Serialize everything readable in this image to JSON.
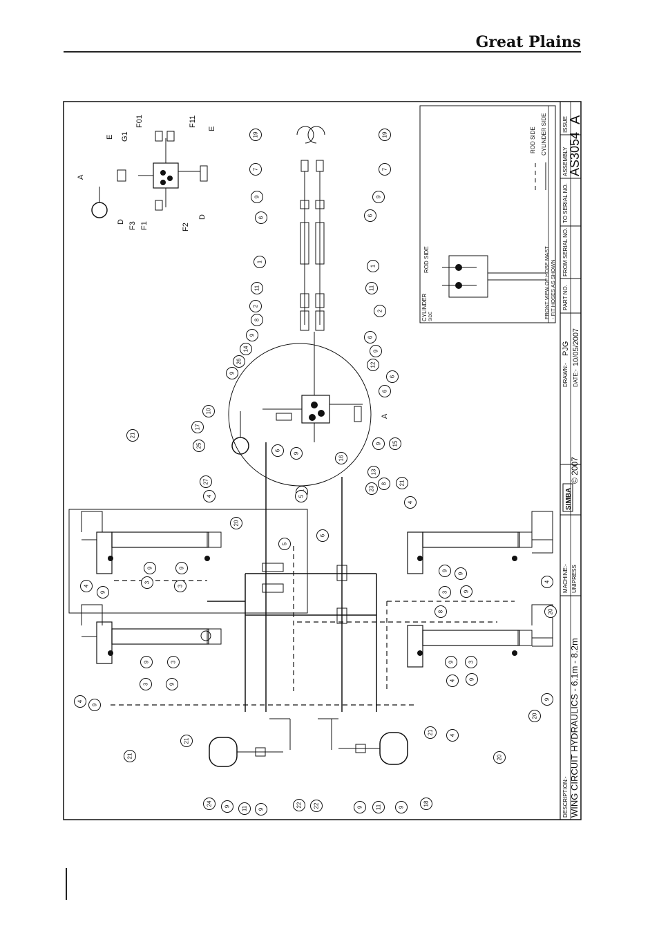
{
  "header": {
    "brand": "Great Plains"
  },
  "title_block": {
    "description_label": "DESCRIPTION:-",
    "description": "WING CIRCUIT HYDRAULICS - 6.1m - 8.2m",
    "machine_label": "MACHINE:-",
    "machine": "UNIPRESS",
    "copyright": "© 2007",
    "logo_text": "SIMBA",
    "drawn_label": "DRAWN:-",
    "drawn": "PJG",
    "date_label": "DATE:-",
    "date": "10/05/2007",
    "part_no_label": "PART NO.",
    "from_serial_label": "FROM SERIAL NO.",
    "to_serial_label": "TO SERIAL NO.",
    "assembly_label": "ASSEMBLY",
    "assembly": "AS3054",
    "issue_label": "ISSUE",
    "issue": "A"
  },
  "detail_box": {
    "cylinder_side": "CYLINDER",
    "cylinder_side_sub": "SIDE",
    "rod_side": "ROD SIDE",
    "note_line1": "FRONT VIEW OF HOSE MAST",
    "note_line2": "- FIT HOSES AS SHOWN",
    "legend_rod": "ROD SIDE",
    "legend_cyl": "CYLINDER SIDE"
  },
  "valve_labels": {
    "A": "A",
    "E_top": "E",
    "G1": "G1",
    "F01": "F01",
    "F11": "F11",
    "E_right": "E",
    "D_left": "D",
    "F3": "F3",
    "F1": "F1",
    "F2": "F2",
    "D_right": "D"
  },
  "detail_callout": "A",
  "balloons": [
    "19",
    "19",
    "7",
    "7",
    "9",
    "9",
    "6",
    "6",
    "1",
    "1",
    "11",
    "11",
    "2",
    "2",
    "8",
    "6",
    "9",
    "9",
    "14",
    "12",
    "26",
    "6",
    "9",
    "6",
    "10",
    "17",
    "25",
    "6",
    "9",
    "16",
    "13",
    "9",
    "15",
    "21",
    "27",
    "4",
    "20",
    "23",
    "8",
    "21",
    "11",
    "5",
    "6",
    "4",
    "5",
    "9",
    "3",
    "9",
    "3",
    "9",
    "4",
    "9",
    "3",
    "9",
    "9",
    "4",
    "8",
    "20",
    "9",
    "3",
    "9",
    "3",
    "9",
    "4",
    "9",
    "4",
    "9",
    "3",
    "9",
    "20",
    "21",
    "21",
    "4",
    "21",
    "20",
    "24",
    "9",
    "11",
    "9",
    "22",
    "22",
    "9",
    "11",
    "9",
    "18"
  ]
}
